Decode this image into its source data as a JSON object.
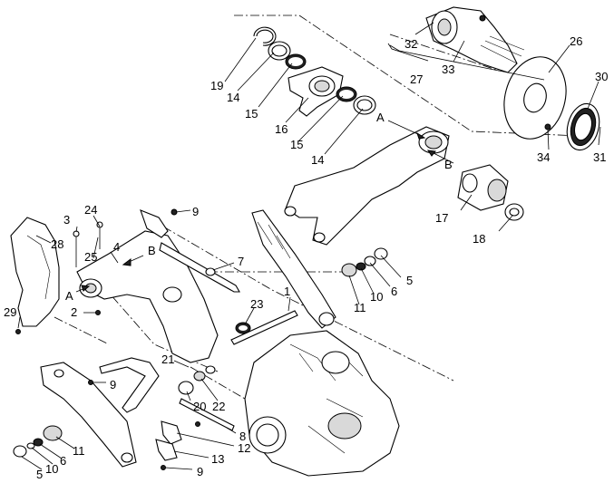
{
  "labels": [
    {
      "id": "19",
      "text": "19"
    },
    {
      "id": "14a",
      "text": "14"
    },
    {
      "id": "15a",
      "text": "15"
    },
    {
      "id": "16",
      "text": "16"
    },
    {
      "id": "15b",
      "text": "15"
    },
    {
      "id": "14b",
      "text": "14"
    },
    {
      "id": "32",
      "text": "32"
    },
    {
      "id": "33",
      "text": "33"
    },
    {
      "id": "27",
      "text": "27"
    },
    {
      "id": "26",
      "text": "26"
    },
    {
      "id": "30",
      "text": "30"
    },
    {
      "id": "31",
      "text": "31"
    },
    {
      "id": "34",
      "text": "34"
    },
    {
      "id": "17",
      "text": "17"
    },
    {
      "id": "18",
      "text": "18"
    },
    {
      "id": "9a",
      "text": "9"
    },
    {
      "id": "7",
      "text": "7"
    },
    {
      "id": "3",
      "text": "3"
    },
    {
      "id": "24",
      "text": "24"
    },
    {
      "id": "28",
      "text": "28"
    },
    {
      "id": "4",
      "text": "4"
    },
    {
      "id": "25",
      "text": "25"
    },
    {
      "id": "29",
      "text": "29"
    },
    {
      "id": "2",
      "text": "2"
    },
    {
      "id": "1",
      "text": "1"
    },
    {
      "id": "23",
      "text": "23"
    },
    {
      "id": "5a",
      "text": "5"
    },
    {
      "id": "6a",
      "text": "6"
    },
    {
      "id": "10a",
      "text": "10"
    },
    {
      "id": "11a",
      "text": "11"
    },
    {
      "id": "21",
      "text": "21"
    },
    {
      "id": "9b",
      "text": "9"
    },
    {
      "id": "20",
      "text": "20"
    },
    {
      "id": "22",
      "text": "22"
    },
    {
      "id": "8",
      "text": "8"
    },
    {
      "id": "12",
      "text": "12"
    },
    {
      "id": "13",
      "text": "13"
    },
    {
      "id": "9c",
      "text": "9"
    },
    {
      "id": "11b",
      "text": "11"
    },
    {
      "id": "6b",
      "text": "6"
    },
    {
      "id": "10b",
      "text": "10"
    },
    {
      "id": "5b",
      "text": "5"
    }
  ],
  "markers": [
    {
      "id": "A1",
      "text": "A"
    },
    {
      "id": "B1",
      "text": "B"
    },
    {
      "id": "A2",
      "text": "A"
    },
    {
      "id": "B2",
      "text": "B"
    }
  ]
}
